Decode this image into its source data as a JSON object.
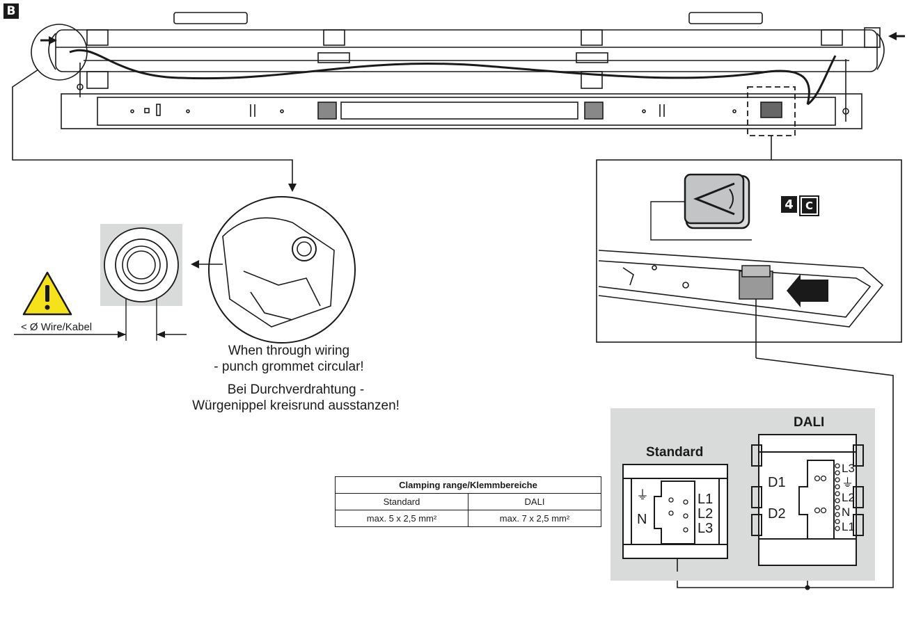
{
  "figure_tag": "B",
  "view_tag_number": "4",
  "view_tag_letter": "C",
  "warning_label": "< Ø Wire/Kabel",
  "note_en_line1": "When through wiring",
  "note_en_line2": "- punch grommet circular!",
  "note_de_line1": "Bei Durchverdrahtung -",
  "note_de_line2": "Würgenippel kreisrund ausstanzen!",
  "table": {
    "title": "Clamping range/Klemmbereiche",
    "headers": [
      "Standard",
      "DALI"
    ],
    "row": [
      "max. 5 x 2,5 mm²",
      "max. 7 x 2,5 mm²"
    ]
  },
  "standard": {
    "title": "Standard",
    "left_labels": [
      "⏚",
      "N"
    ],
    "right_labels": [
      "L1",
      "L2",
      "L3"
    ]
  },
  "dali": {
    "title": "DALI",
    "left_labels": [
      "D1",
      "D2"
    ],
    "right_labels": [
      "L3",
      "⏚",
      "L2",
      "N",
      "L1"
    ]
  },
  "colors": {
    "ink": "#1a1a1a",
    "panel_gray": "#d9dada",
    "warning_yellow": "#f5e21a"
  }
}
